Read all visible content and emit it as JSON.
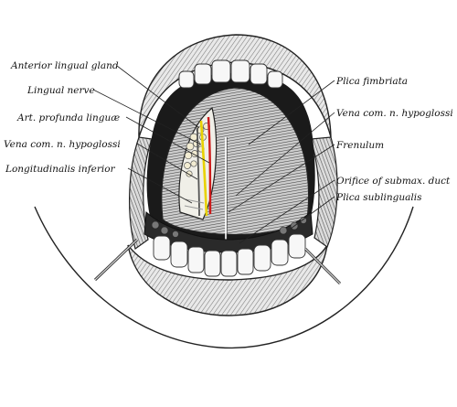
{
  "labels": {
    "anterior_lingual_gland": "Anterior lingual gland",
    "lingual_nerve": "Lingual nerve",
    "art_profunda_linguae": "Art. profunda linguæ",
    "vena_com_left": "Vena com. n. hypoglossi",
    "longitudinalis_inferior": "Longitudinalis inferior",
    "plica_fimbriata": "Plica fimbriata",
    "vena_com_right": "Vena com. n. hypoglossi",
    "frenulum": "Frenulum",
    "orifice_submax_duct": "Orifice of submax. duct",
    "plica_sublingualis": "Plica sublingualis"
  },
  "colors": {
    "nerve": "#e8d200",
    "artery": "#cc1a1a",
    "gland": "#f2ecd2",
    "ink": "#222222",
    "cavity": "#1a1a1a"
  }
}
